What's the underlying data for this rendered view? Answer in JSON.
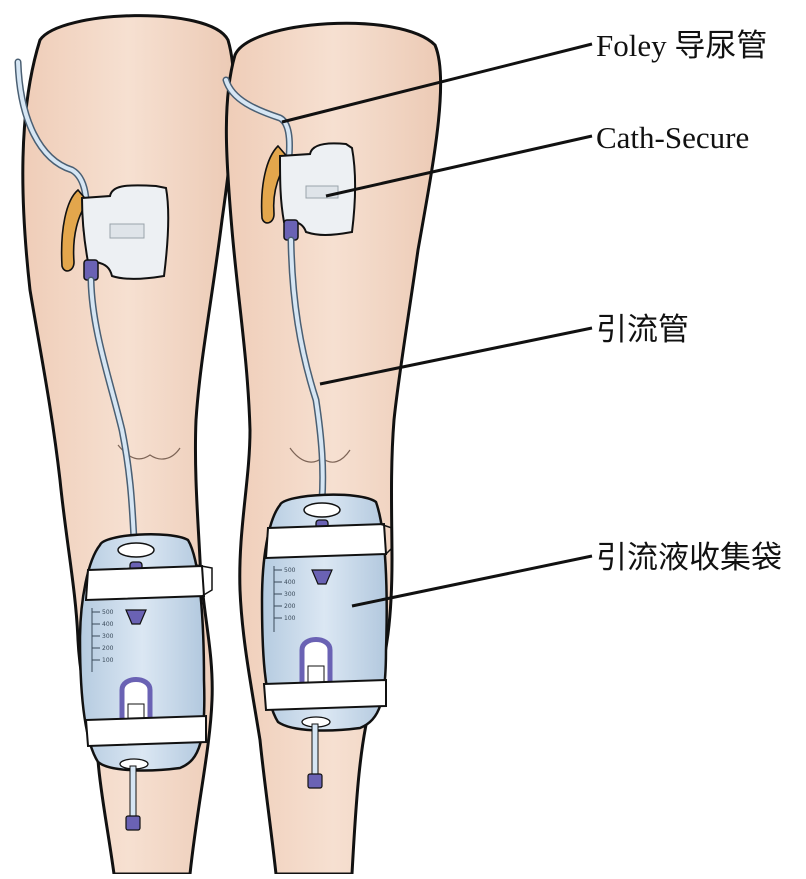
{
  "labels": {
    "foley": "Foley 导尿管",
    "cath_secure": "Cath-Secure",
    "drain_tube": "引流管",
    "drain_bag": "引流液收集袋"
  },
  "bag_scale_left": [
    "500",
    "400",
    "300",
    "200",
    "100"
  ],
  "bag_scale_right": [
    "500",
    "400",
    "300",
    "200",
    "100"
  ],
  "colors": {
    "skin": "#f3d8c6",
    "skin_shade": "#e8c2ab",
    "outline": "#111111",
    "tube": "#cfe2f2",
    "bag": "#c9daeb",
    "strap": "#ffffff",
    "connector": "#6a62b4",
    "catheter": "#e0a64b"
  }
}
